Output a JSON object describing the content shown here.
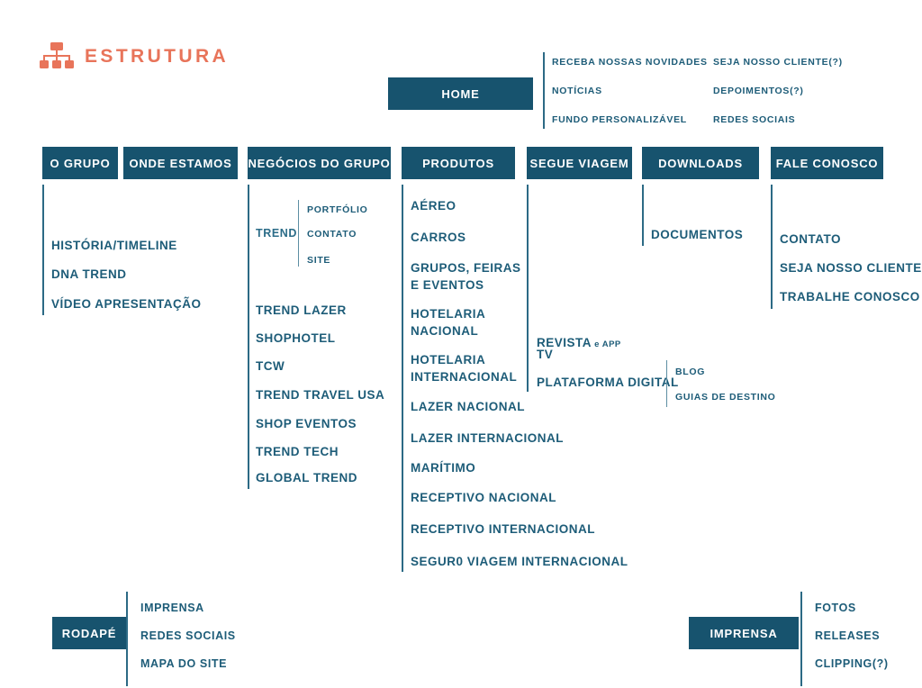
{
  "brand": {
    "name": "ESTRUTURA",
    "icon": "sitemap-icon",
    "color": "#e8745a"
  },
  "theme": {
    "box_color": "#17536e",
    "text_color": "#1d5c78",
    "rule_color": "#2c6a85"
  },
  "home": {
    "label": "HOME",
    "items": [
      "RECEBA NOSSAS NOVIDADES",
      "NOTÍCIAS",
      "FUNDO PERSONALIZÁVEL"
    ],
    "items2": [
      "SEJA NOSSO CLIENTE(?)",
      "DEPOIMENTOS(?)",
      "REDES SOCIAIS"
    ]
  },
  "columns": {
    "grupo": {
      "label": "O GRUPO",
      "items": [
        "HISTÓRIA/TIMELINE",
        "DNA TREND",
        "VÍDEO APRESENTAÇÃO"
      ]
    },
    "onde": {
      "label": "ONDE ESTAMOS",
      "items": []
    },
    "negocios": {
      "label": "NEGÓCIOS DO GRUPO",
      "trend": {
        "label": "TREND",
        "sub": [
          "PORTFÓLIO",
          "CONTATO",
          "SITE"
        ]
      },
      "items": [
        "TREND LAZER",
        "SHOPHOTEL",
        "TCW",
        "TREND TRAVEL USA",
        "SHOP EVENTOS",
        "TREND TECH",
        "GLOBAL TREND"
      ]
    },
    "produtos": {
      "label": "PRODUTOS",
      "items": [
        "AÉREO",
        "CARROS",
        "GRUPOS, FEIRAS\nE EVENTOS",
        "HOTELARIA\nNACIONAL",
        "HOTELARIA\nINTERNACIONAL",
        "LAZER NACIONAL",
        "LAZER INTERNACIONAL",
        "MARÍTIMO",
        "RECEPTIVO NACIONAL",
        "RECEPTIVO INTERNACIONAL",
        "SEGUR0 VIAGEM INTERNACIONAL"
      ]
    },
    "segue": {
      "label": "SEGUE VIAGEM",
      "revista_main": "REVISTA",
      "revista_suffix": "e APP",
      "tv": "TV",
      "plataforma": "PLATAFORMA DIGITAL",
      "plataforma_sub": [
        "BLOG",
        "GUIAS DE DESTINO"
      ]
    },
    "downloads": {
      "label": "DOWNLOADS",
      "items": [
        "DOCUMENTOS"
      ]
    },
    "fale": {
      "label": "FALE CONOSCO",
      "items": [
        "CONTATO",
        "SEJA NOSSO CLIENTE",
        "TRABALHE CONOSCO"
      ]
    }
  },
  "footer": {
    "rodape": {
      "label": "RODAPÉ",
      "items": [
        "IMPRENSA",
        "REDES SOCIAIS",
        "MAPA DO SITE"
      ]
    },
    "imprensa": {
      "label": "IMPRENSA",
      "items": [
        "FOTOS",
        "RELEASES",
        "CLIPPING(?)"
      ]
    }
  }
}
